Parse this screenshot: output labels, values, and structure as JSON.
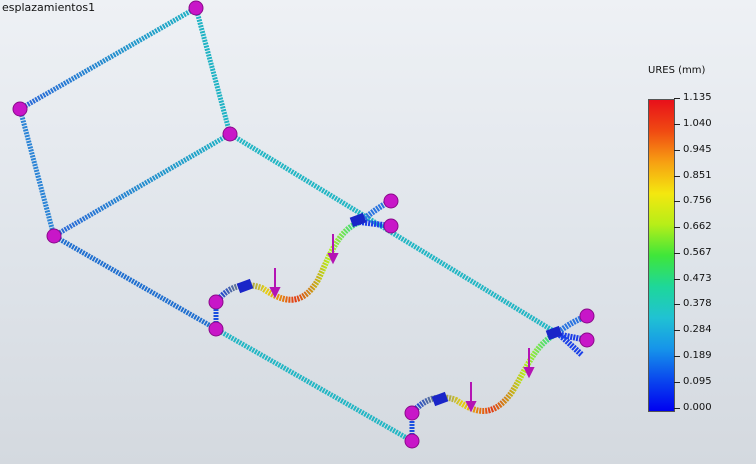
{
  "window": {
    "plot_title": "esplazamientos1"
  },
  "legend": {
    "title": "URES (mm)",
    "ticks": [
      "1.135",
      "1.040",
      "0.945",
      "0.851",
      "0.756",
      "0.662",
      "0.567",
      "0.473",
      "0.378",
      "0.284",
      "0.189",
      "0.095",
      "0.000"
    ]
  },
  "colors": {
    "frame_member": "#1fb3c4",
    "frame_member_low": "#1a7fd6",
    "peak_high": "#e33a14",
    "support_marker": "#c816c8",
    "load_arrow": "#b414b4"
  },
  "icons": {
    "support": "fixed-support-sphere-icon",
    "load": "force-arrow-icon",
    "joint": "connector-joint-icon"
  }
}
